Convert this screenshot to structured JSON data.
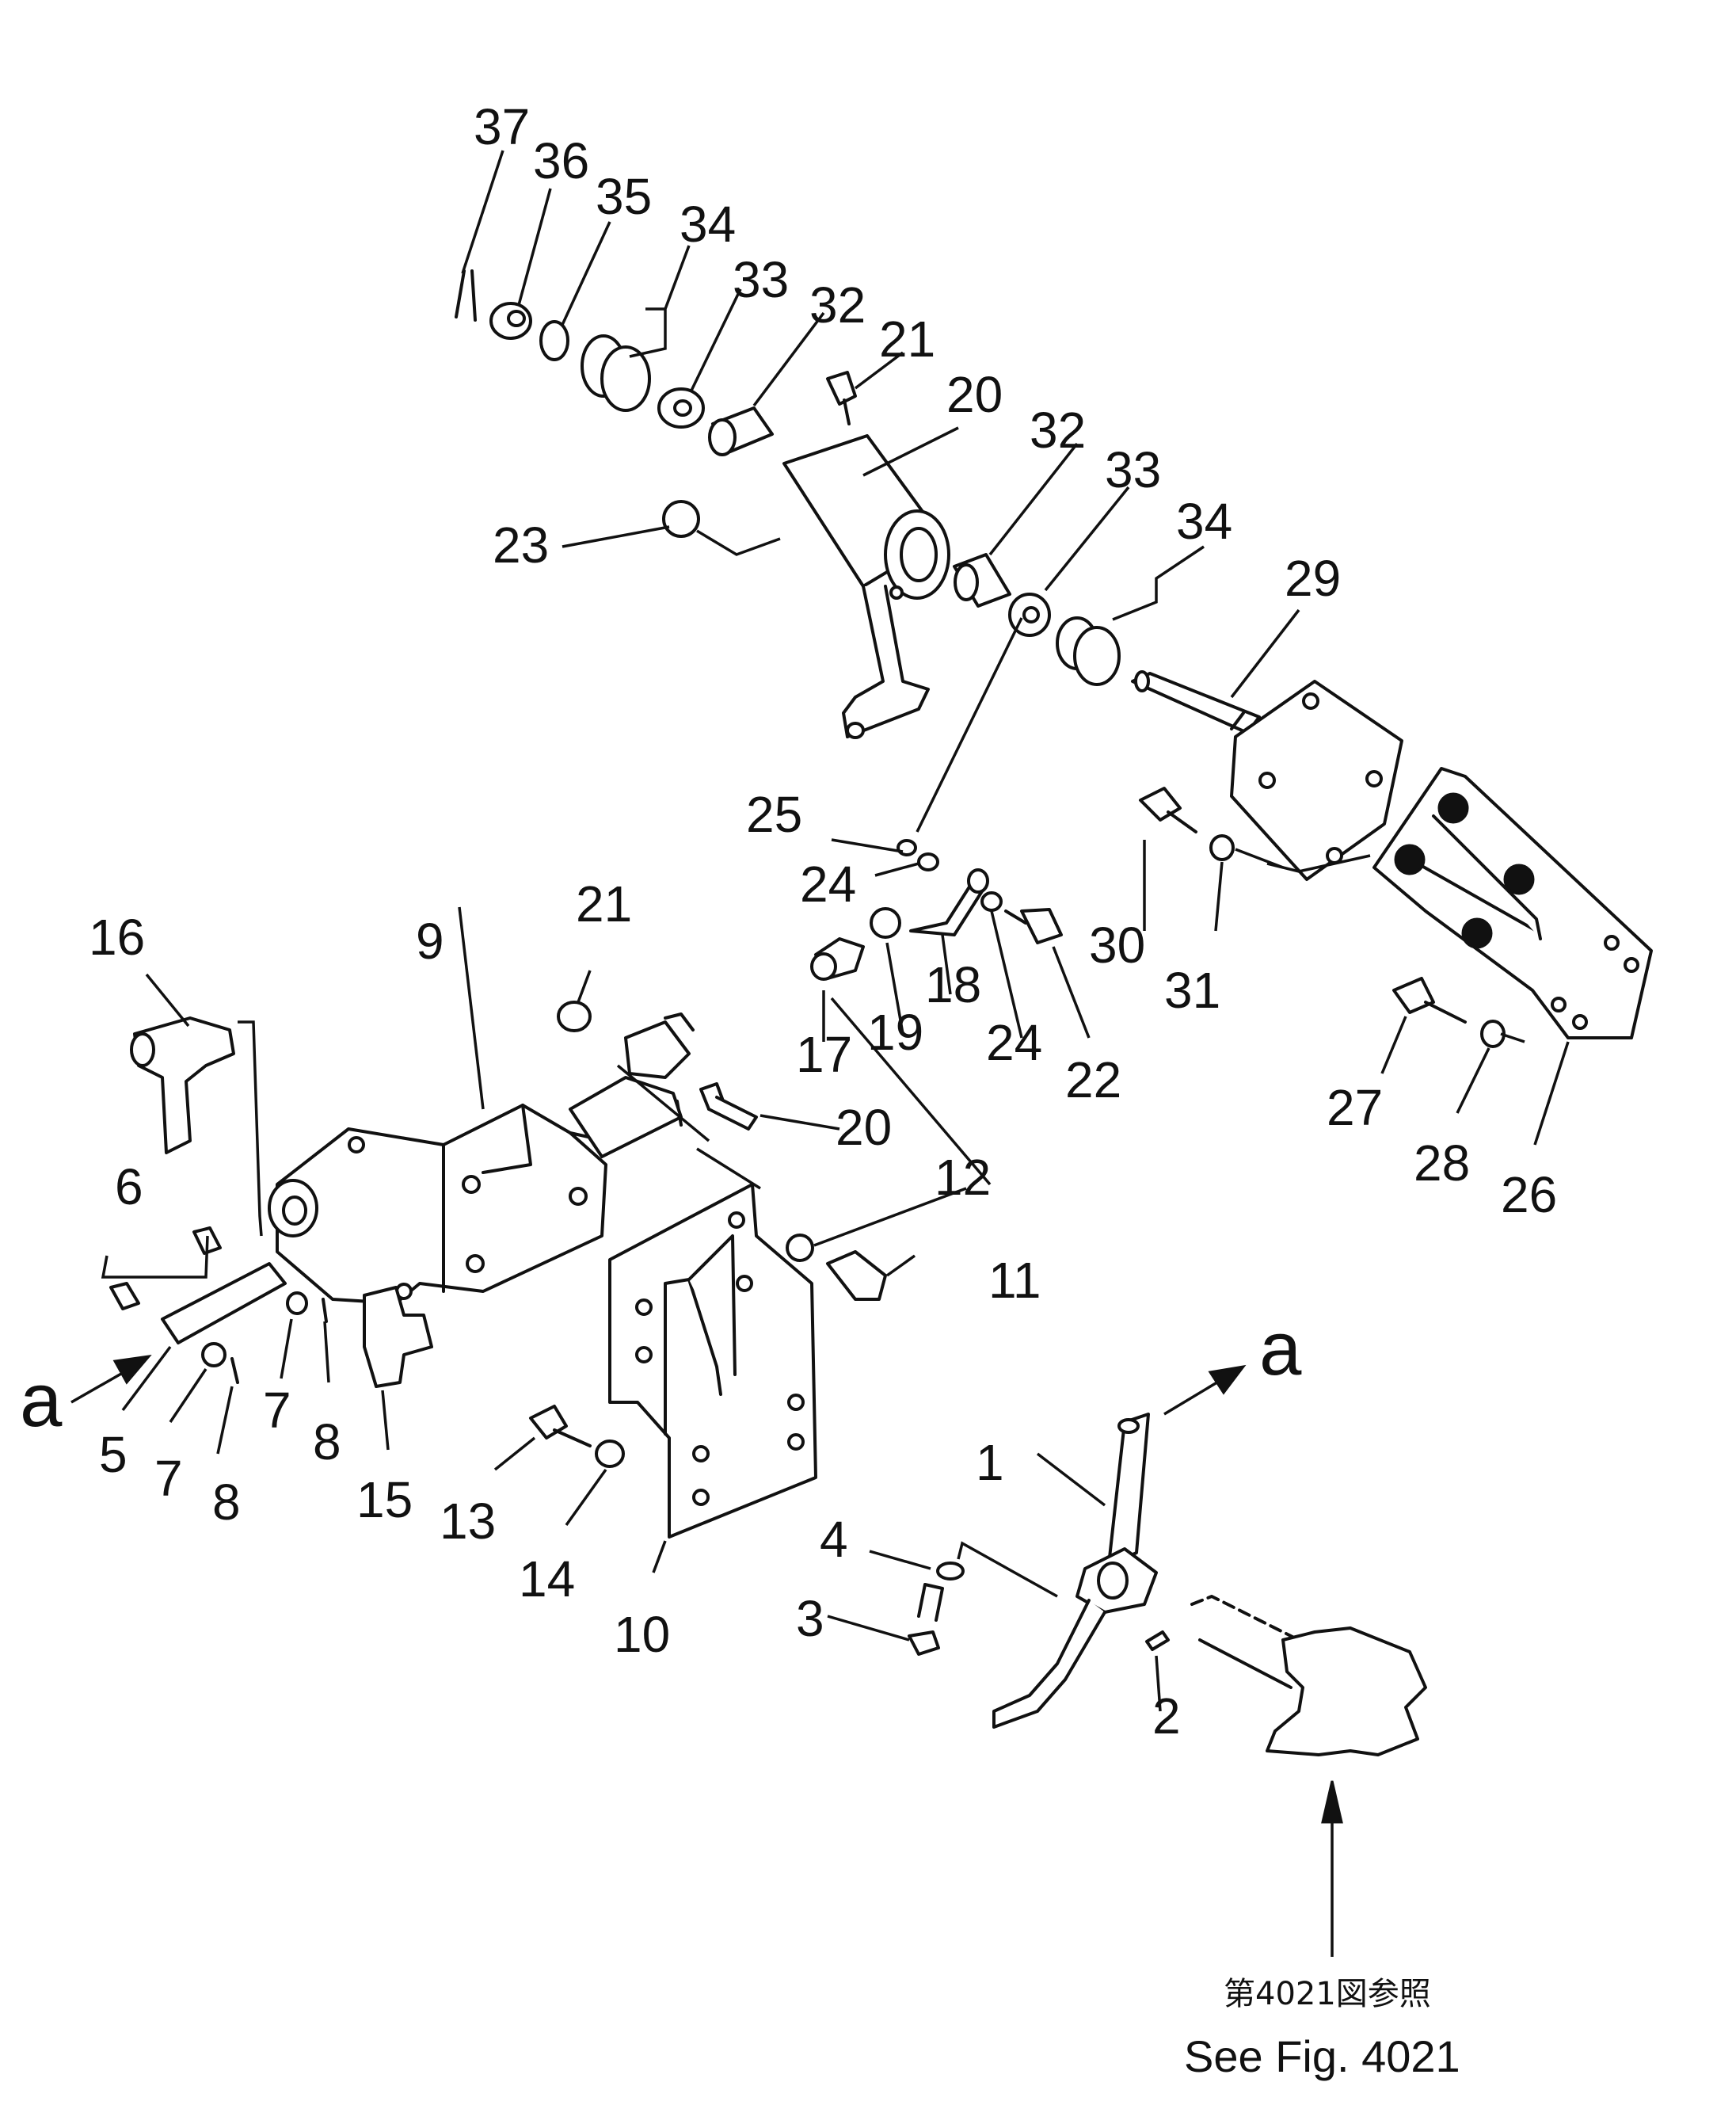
{
  "diagram": {
    "callouts": [
      "1",
      "2",
      "3",
      "4",
      "5",
      "6",
      "7",
      "8",
      "9",
      "10",
      "11",
      "12",
      "13",
      "14",
      "15",
      "16",
      "17",
      "18",
      "19",
      "20",
      "21",
      "22",
      "23",
      "24",
      "25",
      "26",
      "27",
      "28",
      "29",
      "30",
      "31",
      "32",
      "33",
      "34",
      "35",
      "36",
      "37"
    ],
    "view_marker": "a",
    "reference_ja": "第4021図参照",
    "reference_en": "See Fig. 4021"
  }
}
